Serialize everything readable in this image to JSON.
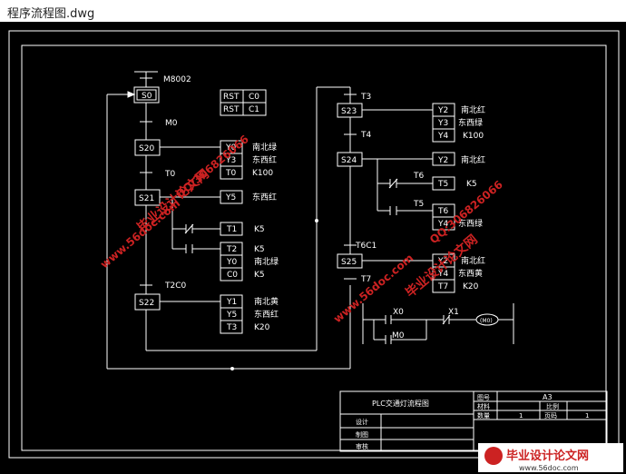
{
  "window": {
    "title": "程序流程图.dwg"
  },
  "colors": {
    "line": "#ffffff",
    "wm_red": "#cc2222",
    "wm_logo_bg": "#ffffff"
  },
  "diagram": {
    "m8002": "M8002",
    "s0": "S0",
    "rst": [
      "RST",
      "RST"
    ],
    "rst_targets": [
      "C0",
      "C1"
    ],
    "m0": "M0",
    "s20": "S20",
    "s20_outputs": [
      "Y0",
      "Y3",
      "T0"
    ],
    "s20_out_labels": [
      "南北绿",
      "东西红",
      "K100"
    ],
    "t0": "T0",
    "s21": "S21",
    "s21_out": "Y5",
    "s21_out_label": "东西红",
    "t1": "T1",
    "t1_k": "K5",
    "t2": "T2",
    "t2_k": "K5",
    "y0_2": "Y0",
    "y0_2_label": "南北绿",
    "c0": "C0",
    "c0_k": "K5",
    "t2c0": "T2C0",
    "s22": "S22",
    "s22_outputs": [
      "Y1",
      "Y5",
      "T3"
    ],
    "s22_out_labels": [
      "南北黄",
      "东西红",
      "K20"
    ],
    "t3": "T3",
    "s23": "S23",
    "s23_outputs": [
      "Y2",
      "Y3",
      "Y4"
    ],
    "s23_out_labels": [
      "南北红",
      "东西绿",
      "K100"
    ],
    "t4": "T4",
    "s24": "S24",
    "s24_out": "Y2",
    "s24_out_label": "南北红",
    "t6": "T6",
    "t5a": "T5",
    "t5a_k": "K5",
    "t5": "T5",
    "t6b": "T6",
    "y4b": "Y4",
    "y4b_label": "东西绿",
    "t6c1": "T6C1",
    "s25": "S25",
    "s25_outputs": [
      "Y2",
      "Y4",
      "T7"
    ],
    "s25_out_labels": [
      "南北红",
      "东西黄",
      "K20"
    ],
    "t7": "T7",
    "x0": "X0",
    "x1": "X1",
    "m0_coil": "M0",
    "m0_label": "(M0)"
  },
  "titleblock": {
    "drawing_name": "PLC交通灯流程图",
    "r1": [
      "图号",
      "A3"
    ],
    "r2": [
      "材料",
      "比例"
    ],
    "r3": [
      "数量",
      "1",
      "页码",
      "1"
    ],
    "design": "设计",
    "draw": "制图",
    "review": "审核"
  },
  "watermarks": {
    "site": "www.56doc.com",
    "name": "毕业设计论文网",
    "qq": "QQ:306826066",
    "footer": "毕业设计论文网",
    "footer_site": "www.56doc.com"
  }
}
